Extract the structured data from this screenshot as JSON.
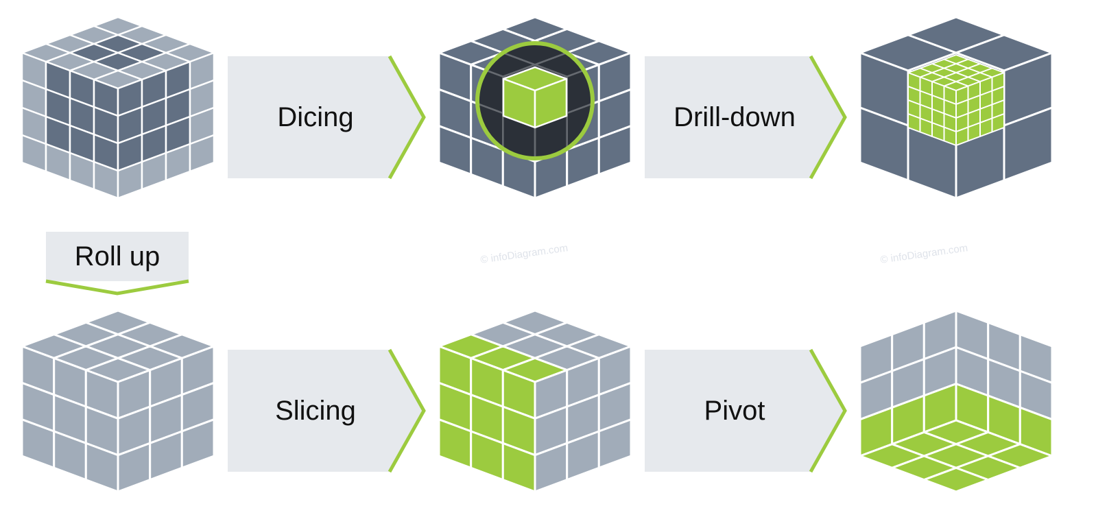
{
  "steps": {
    "dicing": "Dicing",
    "drilldown": "Drill-down",
    "rollup": "Roll up",
    "slicing": "Slicing",
    "pivot": "Pivot"
  },
  "watermark": "© infoDiagram.com",
  "colors": {
    "dark": "#627083",
    "light": "#a1acb9",
    "green": "#9ccb3f",
    "panel": "#e6e9ed",
    "black": "#2b3038",
    "grid": "#666a70",
    "white": "#ffffff"
  }
}
